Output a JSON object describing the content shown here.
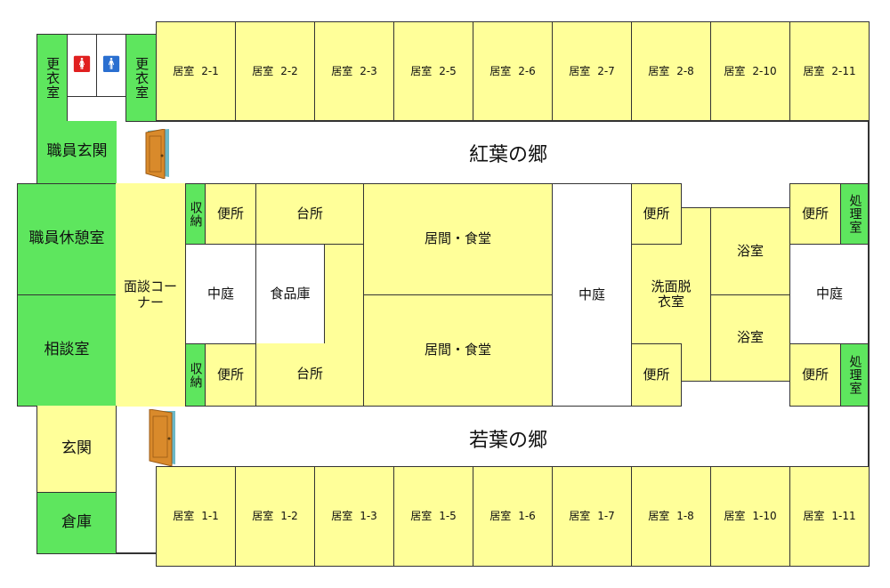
{
  "wards": {
    "upper": "紅葉の郷",
    "lower": "若葉の郷"
  },
  "upper_rooms": [
    {
      "label": "居室",
      "num": "2-1"
    },
    {
      "label": "居室",
      "num": "2-2"
    },
    {
      "label": "居室",
      "num": "2-3"
    },
    {
      "label": "居室",
      "num": "2-5"
    },
    {
      "label": "居室",
      "num": "2-6"
    },
    {
      "label": "居室",
      "num": "2-7"
    },
    {
      "label": "居室",
      "num": "2-8"
    },
    {
      "label": "居室",
      "num": "2-10"
    },
    {
      "label": "居室",
      "num": "2-11"
    }
  ],
  "lower_rooms": [
    {
      "label": "居室",
      "num": "1-1"
    },
    {
      "label": "居室",
      "num": "1-2"
    },
    {
      "label": "居室",
      "num": "1-3"
    },
    {
      "label": "居室",
      "num": "1-5"
    },
    {
      "label": "居室",
      "num": "1-6"
    },
    {
      "label": "居室",
      "num": "1-7"
    },
    {
      "label": "居室",
      "num": "1-8"
    },
    {
      "label": "居室",
      "num": "1-10"
    },
    {
      "label": "居室",
      "num": "1-11"
    }
  ],
  "rooms": {
    "locker": "更衣室",
    "staff_entrance": "職員玄関",
    "staff_lounge": "職員休憩室",
    "consultation": "相談室",
    "interview": "面談コーナー",
    "storage": "収納",
    "toilet": "便所",
    "kitchen": "台所",
    "courtyard": "中庭",
    "pantry": "食品庫",
    "living_dining": "居間・食堂",
    "washroom": "洗面脱衣室",
    "bath": "浴室",
    "disposal": "処理室",
    "entrance": "玄関",
    "warehouse": "倉庫"
  },
  "colors": {
    "staff_area": "#5ee65e",
    "resident_area": "#ffff99",
    "open_area": "#ffffff",
    "female": "#e02020",
    "male": "#2a6fd0",
    "door": "#d98a2b"
  },
  "icons": [
    "female-toilet-icon",
    "male-toilet-icon",
    "door-icon"
  ]
}
